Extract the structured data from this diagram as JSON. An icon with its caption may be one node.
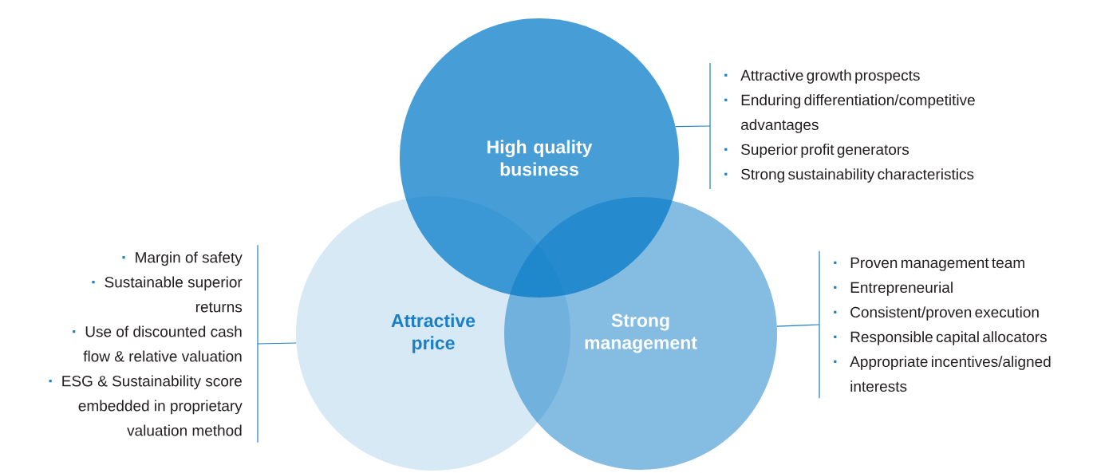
{
  "diagram": {
    "nodes": [
      {
        "text": [
          "High quality business"
        ]
      },
      {
        "text": [
          "Attractive price"
        ]
      },
      {
        "text": [
          "Strong management"
        ]
      },
      {
        "text": [
          "Attractive growth prospects",
          "Enduring differentiation/competitive advantages",
          "Superior profit generators",
          "Strong sustainability characteristics"
        ]
      },
      {
        "text": [
          "Margin of safety",
          "Sustainable superior returns",
          "Use of discounted cash flow & relative valuation",
          "ESG & Sustainability score embedded in proprietary valuation method"
        ]
      },
      {
        "text": [
          "Proven management team",
          "Entrepreneurial",
          "Consistent/proven execution",
          "Responsible capital allocators",
          "Appropriate incentives/aligned interests"
        ]
      }
    ],
    "edges": [
      {
        "from": 0,
        "to": 3,
        "arrow": "none"
      },
      {
        "from": 1,
        "to": 4,
        "arrow": "none"
      },
      {
        "from": 2,
        "to": 5,
        "arrow": "none"
      }
    ]
  }
}
